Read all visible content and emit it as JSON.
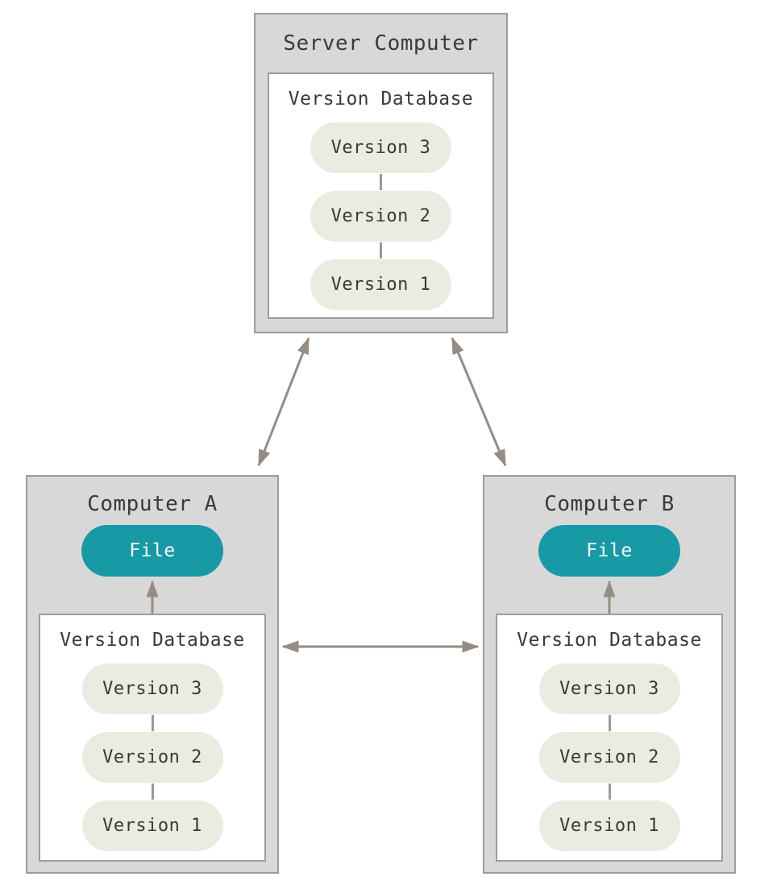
{
  "diagram": {
    "server": {
      "title": "Server Computer",
      "database": {
        "title": "Version Database",
        "versions": [
          "Version 3",
          "Version 2",
          "Version 1"
        ]
      }
    },
    "computer_a": {
      "title": "Computer A",
      "file_label": "File",
      "database": {
        "title": "Version Database",
        "versions": [
          "Version 3",
          "Version 2",
          "Version 1"
        ]
      }
    },
    "computer_b": {
      "title": "Computer B",
      "file_label": "File",
      "database": {
        "title": "Version Database",
        "versions": [
          "Version 3",
          "Version 2",
          "Version 1"
        ]
      }
    }
  },
  "colors": {
    "background": "#ffffff",
    "box_fill": "#d8d8d8",
    "box_border": "#9c9c9c",
    "database_fill": "#ffffff",
    "version_pill_fill": "#ecebe2",
    "version_connector": "#9a9a9a",
    "file_pill_fill": "#1799a6",
    "file_pill_text": "#f7f7f2",
    "arrow": "#958d84",
    "text": "#3b3936"
  }
}
